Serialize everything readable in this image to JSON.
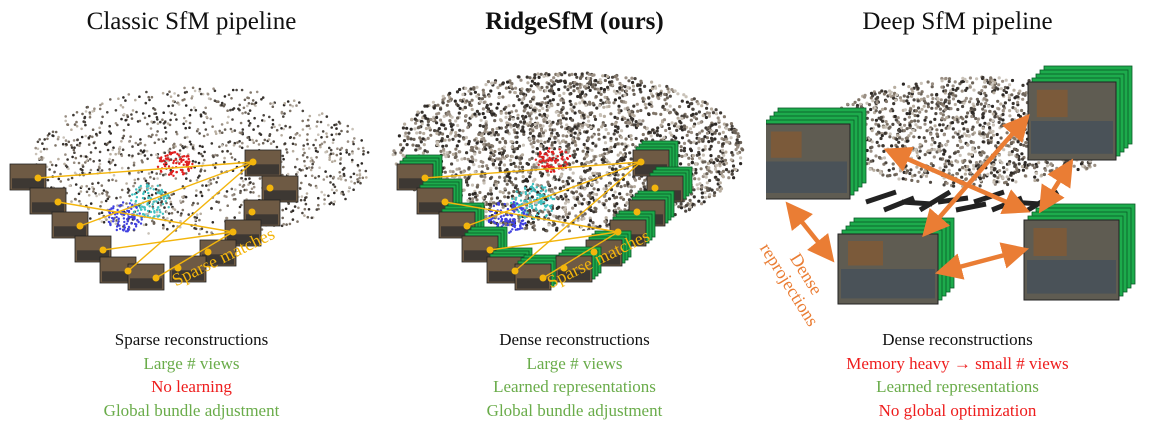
{
  "colors": {
    "match_line": "#f3b50c",
    "learned_green": "#6aac4a",
    "bad_red": "#ee1c1c",
    "frame_green": "#1dab4c",
    "arrow_orange": "#ea7d34"
  },
  "panels": [
    {
      "title": "Classic SfM pipeline",
      "overlay_label": "Sparse matches",
      "captions": [
        {
          "text": "Sparse reconstructions",
          "color": "black"
        },
        {
          "text": "Large # views",
          "color": "green"
        },
        {
          "text": "No learning",
          "color": "red"
        },
        {
          "text": "Global bundle adjustment",
          "color": "green"
        }
      ]
    },
    {
      "title": "RidgeSfM (ours)",
      "overlay_label": "Sparse matches",
      "captions": [
        {
          "text": "Dense reconstructions",
          "color": "black"
        },
        {
          "text": "Large # views",
          "color": "green"
        },
        {
          "text": "Learned representations",
          "color": "green"
        },
        {
          "text": "Global bundle adjustment",
          "color": "green"
        }
      ]
    },
    {
      "title": "Deep SfM pipeline",
      "overlay_label_lines": [
        "Dense",
        "reprojections"
      ],
      "captions": [
        {
          "text": "Dense reconstructions",
          "color": "black"
        },
        {
          "text": "Memory heavy → small # views",
          "color": "red"
        },
        {
          "text": "Learned representations",
          "color": "green"
        },
        {
          "text": "No global optimization",
          "color": "red"
        }
      ]
    }
  ]
}
